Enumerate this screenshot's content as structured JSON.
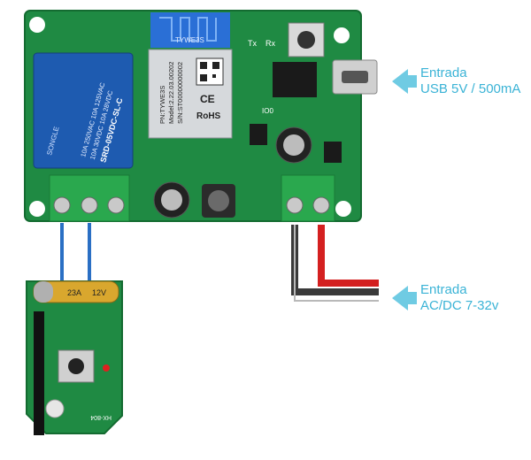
{
  "callouts": {
    "usb": {
      "line1": "Entrada",
      "line2": "USB 5V / 500mA"
    },
    "ac": {
      "line1": "Entrada",
      "line2": "AC/DC 7-32v"
    }
  },
  "module": {
    "line1": "PN:TYWE3S",
    "line2": "Model:2.22.03.00202",
    "line3": "S/N:ST00000000002",
    "ce": "CE",
    "rohs": "RoHS",
    "board_id": "TYWE3S"
  },
  "relay": {
    "brand": "SONGLE",
    "line1": "10A 250VAC 10A 125VAC",
    "line2": "10A 30VDC 10A 28VDC",
    "model": "SRD-05VDC-SL-C"
  },
  "pins": {
    "tx": "Tx",
    "rx": "Rx",
    "io0": "IO0"
  },
  "remote": {
    "battery_voltage": "12V",
    "battery_type": "23A",
    "label": "HX-804"
  },
  "colors": {
    "pcb": "#1f8a43",
    "callout": "#3ab3d6",
    "wire_red": "#d42020",
    "wire_black": "#3a3a3a",
    "wire_blue": "#2a6fc4"
  }
}
